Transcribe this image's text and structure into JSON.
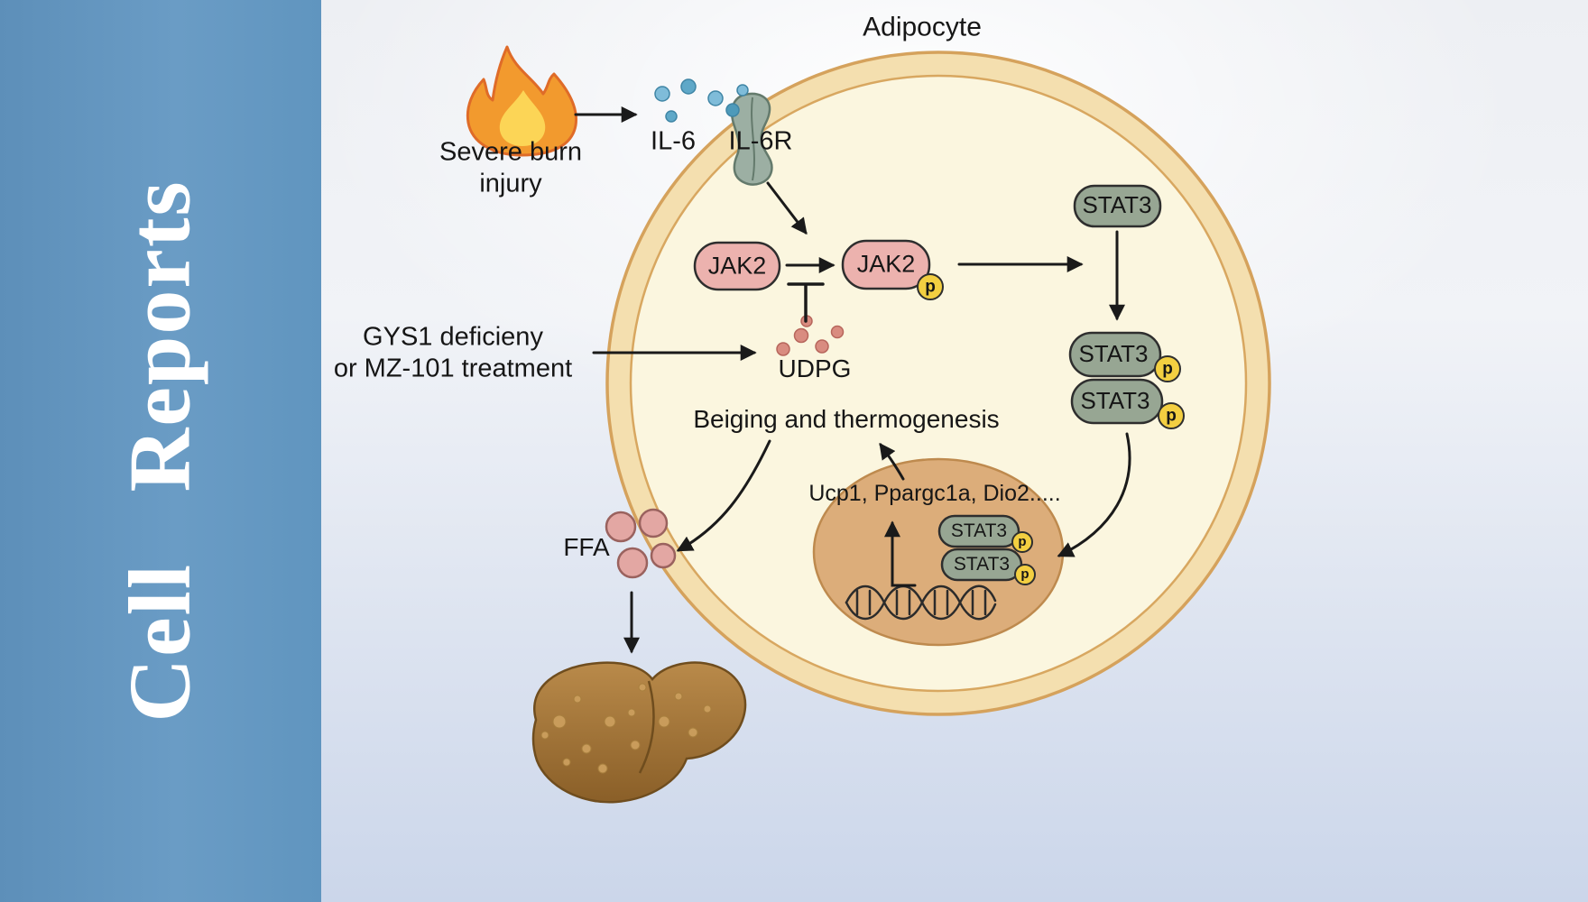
{
  "sidebar": {
    "journal_title": "Cell  Reports"
  },
  "diagram": {
    "title": "Adipocyte",
    "stimulus_line1": "Severe burn",
    "stimulus_line2": "injury",
    "ligand_label": "IL-6",
    "receptor_label": "IL-6R",
    "kinase_label": "JAK2",
    "phospho_label": "p",
    "tf_label": "STAT3",
    "intervention_line1": "GYS1 deficieny",
    "intervention_line2": "or MZ-101 treatment",
    "metabolite_label": "UDPG",
    "outcome_label": "Beiging and thermogenesis",
    "genes_label": "Ucp1, Ppargc1a, Dio2.....",
    "lipid_label": "FFA"
  },
  "colors": {
    "sidebar_blue": "#6496c0",
    "background_bottom_blue": "#cbd6ea",
    "cell_fill": "#fbf6df",
    "membrane_fill": "#f4dfaf",
    "membrane_stroke": "#d5a25c",
    "kinase_fill": "#ecb2ae",
    "tf_fill": "#97a693",
    "phospho_fill": "#f3cf41",
    "nucleus_fill": "#dcad7a",
    "nucleus_stroke": "#be8a4e",
    "ligand_dot_blue": "#6fb4d4",
    "metabolite_dot_red": "#d98c80",
    "lipid_fill": "#e3a7a3",
    "liver_brown": "#a9793c",
    "flame_orange": "#f29a2e",
    "flame_yellow": "#fcd556",
    "arrow_black": "#1a1a1a"
  }
}
